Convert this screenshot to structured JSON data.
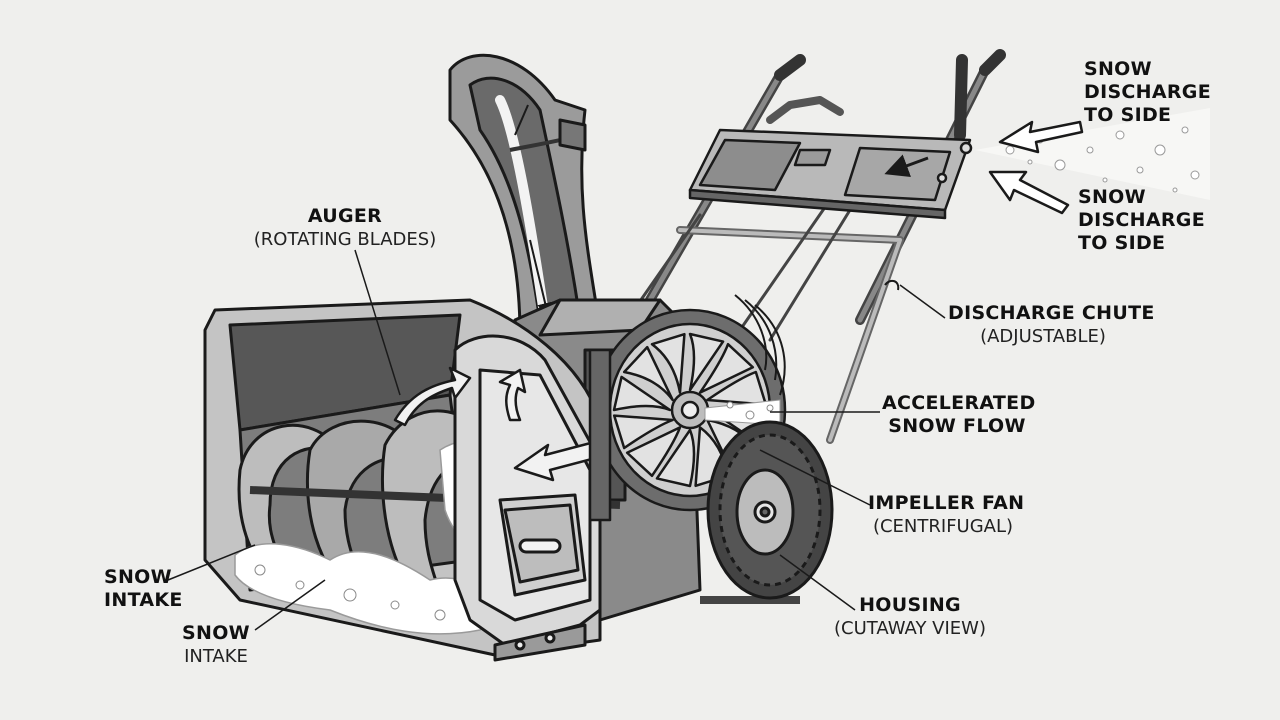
{
  "labels": {
    "auger": {
      "main": "AUGER",
      "sub": "(ROTATING BLADES)"
    },
    "discharge_top": {
      "line1": "SNOW",
      "line2": "DISCHARGE",
      "line3": "TO SIDE"
    },
    "discharge_bottom": {
      "line1": "SNOW",
      "line2": "DISCHARGE",
      "line3": "TO SIDE"
    },
    "discharge_chute": {
      "main": "DISCHARGE CHUTE",
      "sub": "(ADJUSTABLE)"
    },
    "accelerated": {
      "line1": "ACCELERATED",
      "line2": "SNOW FLOW"
    },
    "impeller": {
      "main": "IMPELLER FAN",
      "sub": "(CENTRIFUGAL)"
    },
    "housing": {
      "main": "HOUSING",
      "sub": "(CUTAWAY VIEW)"
    },
    "intake_left": {
      "line1": "SNOW",
      "line2": "INTAKE"
    },
    "intake_bottom": {
      "main": "SNOW",
      "sub": "INTAKE"
    }
  },
  "colors": {
    "background": "#efefed",
    "outline": "#1a1a1a",
    "metal_dark": "#5f5f5f",
    "metal_mid": "#9c9c9c",
    "metal_light": "#d4d4d4",
    "snow": "#ffffff"
  }
}
